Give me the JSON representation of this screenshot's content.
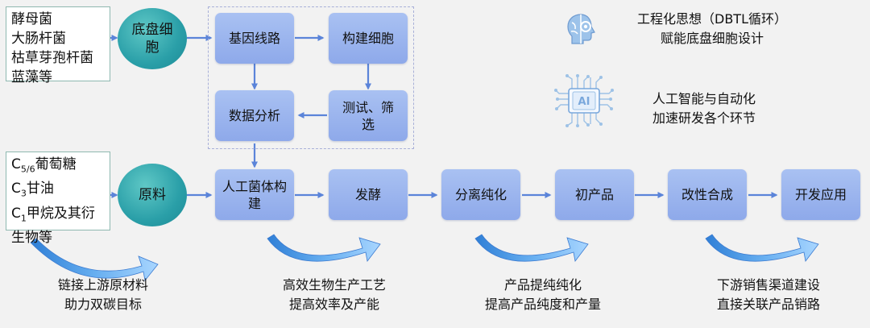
{
  "chassis_list": {
    "line1": "酵母菌",
    "line2": "大肠杆菌",
    "line3": "枯草芽孢杆菌",
    "line4": "蓝藻等"
  },
  "raw_list": {
    "l1_base": "C",
    "l1_sub": "5/6",
    "l1_rest": "葡萄糖",
    "l2_base": "C",
    "l2_sub": "3",
    "l2_rest": "甘油",
    "l3_base": "C",
    "l3_sub": "1",
    "l3_rest": "甲烷及其衍",
    "l4": "生物等"
  },
  "circles": {
    "chassis": "底盘细胞",
    "raw": "原料"
  },
  "dbtl": {
    "gene": "基因线路",
    "build": "构建细胞",
    "data": "数据分析",
    "test": "测试、筛选"
  },
  "flow": {
    "strain": "人工菌体构建",
    "ferment": "发酵",
    "purify": "分离纯化",
    "crude": "初产品",
    "modify": "改性合成",
    "apply": "开发应用"
  },
  "notes": {
    "dbtl_l1": "工程化思想（DBTL循环）",
    "dbtl_l2": "赋能底盘细胞设计",
    "ai_l1": "人工智能与自动化",
    "ai_l2": "加速研发各个环节",
    "ai_chip": "AI"
  },
  "captions": {
    "c1_l1": "链接上游原材料",
    "c1_l2": "助力双碳目标",
    "c2_l1": "高效生物生产工艺",
    "c2_l2": "提高效率及产能",
    "c3_l1": "产品提纯纯化",
    "c3_l2": "提高产品纯度和产量",
    "c4_l1": "下游销售渠道建设",
    "c4_l2": "直接关联产品销路"
  },
  "colors": {
    "box_fill": "#9bb5ee",
    "arrow": "#5b84d9",
    "circle_fill": "#2a9fa8",
    "list_border": "#8fb8b0"
  }
}
